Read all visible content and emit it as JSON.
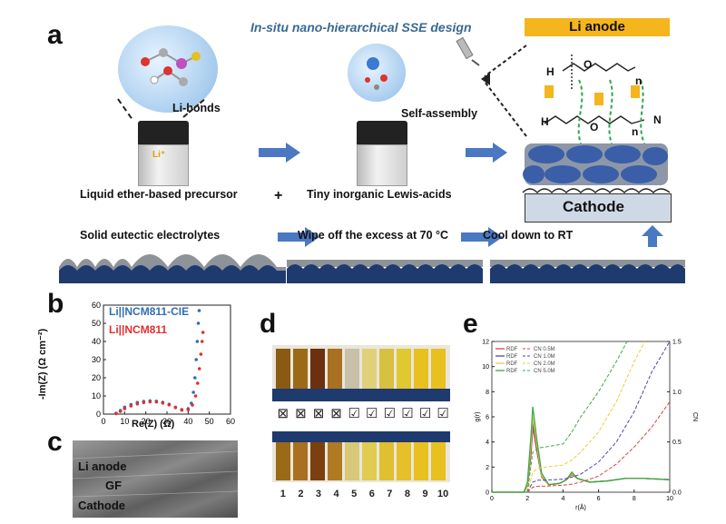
{
  "panel_labels": {
    "a": "a",
    "b": "b",
    "c": "c",
    "d": "d",
    "e": "e"
  },
  "panel_a": {
    "subtitle": "In-situ nano-hierarchical SSE design",
    "li_bonds": "Li-bonds",
    "self_assembly": "Self-assembly",
    "li_label": "Li⁺",
    "liquid_precursor": "Liquid ether-based precursor",
    "plus": "+",
    "lewis_acids": "Tiny inorganic Lewis-acids",
    "solid_eutectic": "Solid eutectic electrolytes",
    "wipe_off": "Wipe off the excess at 70 °C",
    "cool_down": "Cool down to RT",
    "li_anode": "Li anode",
    "cathode": "Cathode",
    "chem_H": "H",
    "chem_O": "O",
    "chem_n": "n",
    "chem_N": "N",
    "chem_ion": "Li⁺",
    "colors": {
      "arrow": "#4a78c2",
      "substrate": "#1f3a6e",
      "anode": "#f5b51d",
      "cathode": "#cfd9e6",
      "particle": "#3a5fa8",
      "green_arrow": "#2aa84a"
    }
  },
  "panel_b": {
    "legend1": "Li||NCM811-CIE",
    "legend2": "Li||NCM811",
    "ylabel": "-Im(Z) (Ω cm⁻²)",
    "xlabel": "Re(Z) (Ω)",
    "colors": {
      "s1": "#2f6fb5",
      "s2": "#e03030"
    }
  },
  "panel_c": {
    "li_anode": "Li anode",
    "gf": "GF",
    "cathode": "Cathode"
  },
  "panel_d": {
    "numbers": [
      "1",
      "2",
      "3",
      "4",
      "5",
      "6",
      "7",
      "8",
      "9",
      "10"
    ],
    "marks": [
      "⊠",
      "⊠",
      "⊠",
      "⊠",
      "☑",
      "☑",
      "☑",
      "☑",
      "☑",
      "☑"
    ]
  },
  "panel_e": {
    "legend": [
      {
        "rdf": "RDF",
        "cn": "CN 0.5M",
        "color": "#e04040"
      },
      {
        "rdf": "RDF",
        "cn": "CN 1.0M",
        "color": "#4a4aa8"
      },
      {
        "rdf": "RDF",
        "cn": "CN 2.0M",
        "color": "#e6d23a"
      },
      {
        "rdf": "RDF",
        "cn": "CN 5.0M",
        "color": "#3aa84a"
      }
    ],
    "xlabel": "r(Å)",
    "ylabel_left": "g(r)",
    "ylabel_right": "CN"
  },
  "chart_data": [
    {
      "type": "scatter",
      "panel": "b",
      "xlabel": "Re(Z) (Ω)",
      "ylabel": "-Im(Z) (Ω cm⁻²)",
      "xlim": [
        0,
        60
      ],
      "ylim": [
        0,
        60
      ],
      "xticks": [
        0,
        10,
        20,
        30,
        40,
        50,
        60
      ],
      "yticks": [
        0,
        10,
        20,
        30,
        40,
        50,
        60
      ],
      "series": [
        {
          "name": "Li||NCM811-CIE",
          "color": "#2f6fb5",
          "x": [
            6,
            8,
            10,
            13,
            16,
            19,
            22,
            25,
            28,
            31,
            34,
            37,
            40,
            41.5,
            42.5,
            43.2,
            43.8,
            44.3,
            44.8,
            45.2
          ],
          "y": [
            0.5,
            2,
            3.8,
            5.2,
            6.4,
            7,
            7.3,
            7.1,
            6.5,
            5.4,
            3.8,
            2.5,
            3,
            6,
            12,
            20,
            30,
            40,
            50,
            57
          ]
        },
        {
          "name": "Li||NCM811",
          "color": "#e03030",
          "x": [
            6,
            8,
            10,
            13,
            16,
            19,
            22,
            25,
            28,
            31,
            34,
            37,
            40,
            42,
            43.5,
            44.5,
            45.3,
            46,
            46.6,
            47
          ],
          "y": [
            0.3,
            1.5,
            3,
            4.5,
            5.6,
            6.4,
            6.8,
            6.7,
            6.1,
            5.1,
            3.6,
            2.2,
            2.4,
            5,
            10,
            17,
            25,
            33,
            40,
            45
          ]
        }
      ]
    },
    {
      "type": "line",
      "panel": "e",
      "xlabel": "r(Å)",
      "ylabel": "g(r)",
      "ylabel_right": "CN",
      "xlim": [
        0,
        10
      ],
      "ylim": [
        0,
        12
      ],
      "y2lim": [
        0,
        1.5
      ],
      "xticks": [
        0,
        2,
        4,
        6,
        8,
        10
      ],
      "yticks": [
        0,
        2,
        4,
        6,
        8,
        10,
        12
      ],
      "y2ticks": [
        0,
        0.5,
        1.0,
        1.5
      ],
      "series": [
        {
          "name": "RDF",
          "kind": "rdf",
          "color": "#e04040",
          "x": [
            0,
            1.8,
            2.0,
            2.2,
            2.3,
            2.5,
            2.8,
            3.2,
            3.8,
            4.2,
            4.5,
            4.8,
            5.5,
            6.5,
            7.5,
            8.5,
            10
          ],
          "y": [
            0,
            0,
            0.5,
            3,
            5.2,
            3.5,
            1.2,
            0.6,
            0.7,
            1.0,
            1.4,
            1.1,
            0.8,
            0.9,
            1.1,
            1.1,
            1.0
          ]
        },
        {
          "name": "RDF",
          "kind": "rdf",
          "color": "#4a4aa8",
          "x": [
            0,
            1.8,
            2.0,
            2.2,
            2.3,
            2.5,
            2.8,
            3.2,
            3.8,
            4.2,
            4.5,
            4.8,
            5.5,
            6.5,
            7.5,
            8.5,
            10
          ],
          "y": [
            0,
            0,
            0.6,
            3.5,
            5.6,
            3.8,
            1.3,
            0.6,
            0.7,
            1.0,
            1.5,
            1.1,
            0.8,
            0.9,
            1.1,
            1.1,
            1.0
          ]
        },
        {
          "name": "RDF",
          "kind": "rdf",
          "color": "#e6d23a",
          "x": [
            0,
            1.8,
            2.0,
            2.2,
            2.3,
            2.5,
            2.8,
            3.2,
            3.8,
            4.2,
            4.5,
            4.8,
            5.5,
            6.5,
            7.5,
            8.5,
            10
          ],
          "y": [
            0,
            0,
            0.6,
            3.8,
            6.0,
            4.0,
            1.3,
            0.6,
            0.7,
            1.0,
            1.5,
            1.1,
            0.8,
            0.9,
            1.1,
            1.1,
            1.0
          ]
        },
        {
          "name": "RDF",
          "kind": "rdf",
          "color": "#3aa84a",
          "x": [
            0,
            1.8,
            2.0,
            2.2,
            2.3,
            2.5,
            2.8,
            3.2,
            3.8,
            4.2,
            4.5,
            4.8,
            5.5,
            6.5,
            7.5,
            8.5,
            10
          ],
          "y": [
            0,
            0,
            0.8,
            4.5,
            6.8,
            4.5,
            1.5,
            0.6,
            0.7,
            1.0,
            1.6,
            1.1,
            0.8,
            0.9,
            1.1,
            1.1,
            1.0
          ]
        },
        {
          "name": "CN 0.5M",
          "kind": "cn",
          "color": "#e04040",
          "x": [
            2.0,
            2.3,
            2.6,
            3,
            4,
            4.5,
            5,
            6,
            7,
            8,
            9,
            10
          ],
          "y": [
            0,
            0.05,
            0.06,
            0.06,
            0.07,
            0.08,
            0.1,
            0.16,
            0.28,
            0.45,
            0.65,
            0.9
          ]
        },
        {
          "name": "CN 1.0M",
          "kind": "cn",
          "color": "#4a4aa8",
          "x": [
            2.0,
            2.3,
            2.6,
            3,
            4,
            4.5,
            5,
            6,
            7,
            8,
            9,
            10
          ],
          "y": [
            0,
            0.1,
            0.12,
            0.12,
            0.13,
            0.15,
            0.18,
            0.3,
            0.5,
            0.8,
            1.2,
            1.5
          ]
        },
        {
          "name": "CN 2.0M",
          "kind": "cn",
          "color": "#e6d23a",
          "x": [
            2.0,
            2.3,
            2.6,
            3,
            4,
            4.5,
            5,
            6,
            7,
            8,
            8.6
          ],
          "y": [
            0,
            0.2,
            0.24,
            0.25,
            0.27,
            0.32,
            0.4,
            0.6,
            0.9,
            1.3,
            1.5
          ]
        },
        {
          "name": "CN 5.0M",
          "kind": "cn",
          "color": "#3aa84a",
          "x": [
            2.0,
            2.3,
            2.6,
            3,
            4,
            4.5,
            5,
            6,
            7,
            7.6
          ],
          "y": [
            0,
            0.4,
            0.44,
            0.45,
            0.48,
            0.6,
            0.75,
            1.0,
            1.3,
            1.5
          ]
        }
      ]
    }
  ]
}
